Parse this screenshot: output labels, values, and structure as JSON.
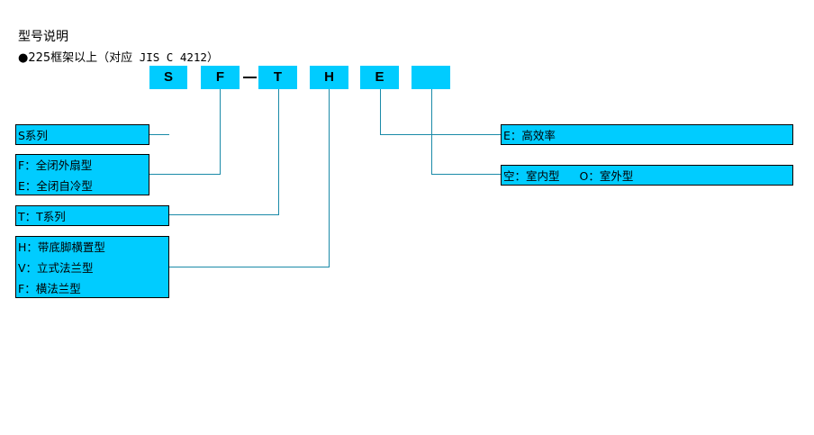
{
  "header": {
    "title": "型号说明",
    "bullet": "●",
    "subtitle_prefix": "225框架以上（对应",
    "subtitle_standard": " JIS C 4212）"
  },
  "code": {
    "segments": [
      "S",
      "F",
      "T",
      "H",
      "E",
      ""
    ],
    "colors": {
      "box_fill": "#00ccff",
      "connector": "#1a8aa8",
      "border": "#000000"
    }
  },
  "legend": {
    "series": [
      "S系列"
    ],
    "enclosure": [
      "F：全闭外扇型",
      "E：全闭自冷型"
    ],
    "type": [
      "T：T系列"
    ],
    "mounting": [
      "H：带底脚横置型",
      "V：立式法兰型",
      "F：横法兰型"
    ],
    "efficiency": [
      "E：高效率"
    ],
    "location": {
      "indoor": "空：室内型",
      "outdoor": "O：室外型"
    }
  }
}
